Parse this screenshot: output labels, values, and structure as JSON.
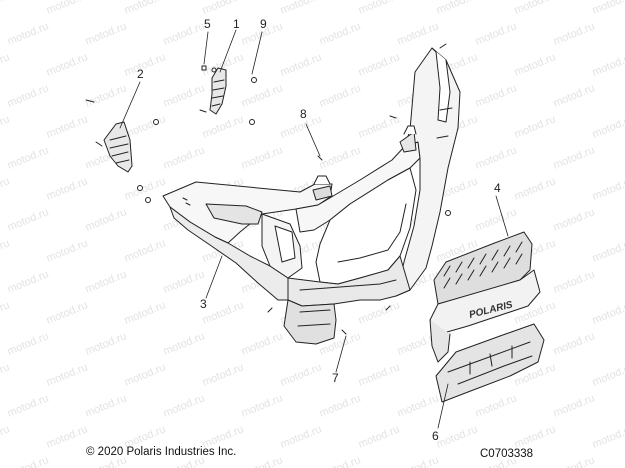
{
  "watermark": {
    "text": "motod.ru",
    "color": "#e3e3e3"
  },
  "callouts": [
    {
      "id": "callout-1",
      "label": "1"
    },
    {
      "id": "callout-2",
      "label": "2"
    },
    {
      "id": "callout-3",
      "label": "3"
    },
    {
      "id": "callout-4",
      "label": "4"
    },
    {
      "id": "callout-5",
      "label": "5"
    },
    {
      "id": "callout-6",
      "label": "6"
    },
    {
      "id": "callout-7",
      "label": "7"
    },
    {
      "id": "callout-8",
      "label": "8"
    },
    {
      "id": "callout-9",
      "label": "9"
    }
  ],
  "grille_brand": "POLARIS",
  "footer": {
    "copyright": "© 2020 Polaris Industries Inc.",
    "diagram_code": "C0703338"
  },
  "colors": {
    "line": "#222222",
    "part_fill": "#f7f7f7",
    "shade": "#d9d9d9"
  }
}
